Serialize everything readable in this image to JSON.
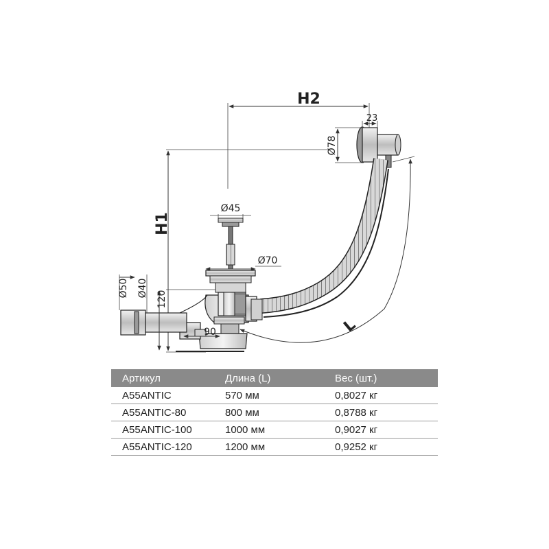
{
  "drawing": {
    "labels": {
      "h1": "H1",
      "h2": "H2",
      "l": "L",
      "d45": "Ø45",
      "d70": "Ø70",
      "d78": "Ø78",
      "d50": "Ø50",
      "d40": "Ø40",
      "dim23": "23",
      "dim120": "120",
      "dim90": "90"
    }
  },
  "table": {
    "headers": [
      "Артикул",
      "Длина (L)",
      "Вес (шт.)"
    ],
    "rows": [
      [
        "A55ANTIC",
        "570 мм",
        "0,8027 кг"
      ],
      [
        "A55ANTIC-80",
        "800 мм",
        "0,8788 кг"
      ],
      [
        "A55ANTIC-100",
        "1000 мм",
        "0,9027 кг"
      ],
      [
        "A55ANTIC-120",
        "1200 мм",
        "0,9252 кг"
      ]
    ]
  }
}
